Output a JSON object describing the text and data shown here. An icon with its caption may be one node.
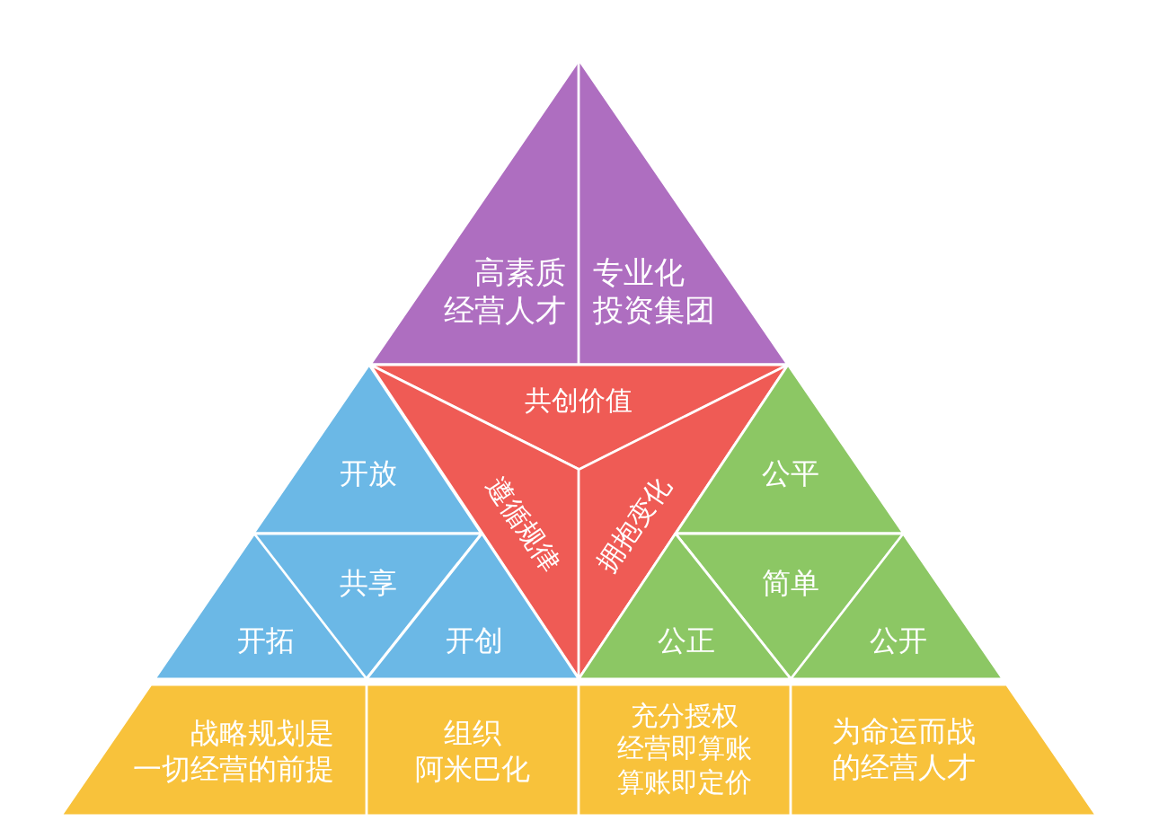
{
  "diagram": {
    "nodes": [
      {
        "text": [
          "高素质经营人才"
        ]
      },
      {
        "text": [
          "专业化投资集团"
        ]
      },
      {
        "text": [
          "共创价值"
        ]
      },
      {
        "text": [
          "遵循规律"
        ]
      },
      {
        "text": [
          "拥抱变化"
        ]
      },
      {
        "text": [
          "开放"
        ]
      },
      {
        "text": [
          "共享"
        ]
      },
      {
        "text": [
          "开拓"
        ]
      },
      {
        "text": [
          "开创"
        ]
      },
      {
        "text": [
          "公平"
        ]
      },
      {
        "text": [
          "简单"
        ]
      },
      {
        "text": [
          "公正"
        ]
      },
      {
        "text": [
          "公开"
        ]
      },
      {
        "text": [
          "战略规划是一切经营的前提"
        ]
      },
      {
        "text": [
          "组织阿米巴化"
        ]
      },
      {
        "text": [
          "充分授权经营即算账算账即定价"
        ]
      },
      {
        "text": [
          "为命运而战的经营人才"
        ]
      }
    ]
  }
}
